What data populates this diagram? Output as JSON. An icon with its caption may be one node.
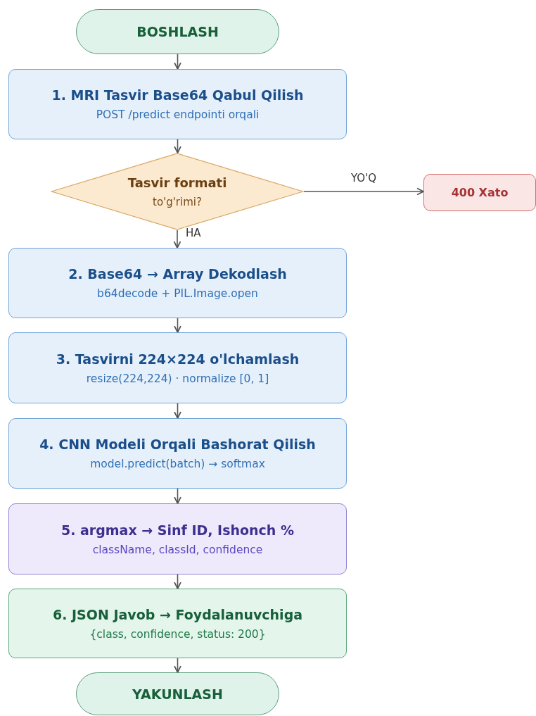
{
  "diagram": {
    "nodes": [
      {
        "text": [
          "BOSHLASH"
        ]
      },
      {
        "text": [
          "1. MRI Tasvir Base64 Qabul Qilish",
          "POST /predict endpointi orqali"
        ]
      },
      {
        "text": [
          "Tasvir formati",
          "to'g'rimi?"
        ]
      },
      {
        "text": [
          "400 Xato"
        ]
      },
      {
        "text": [
          "2. Base64 → Array Dekodlash",
          "b64decode + PIL.Image.open"
        ]
      },
      {
        "text": [
          "3. Tasvirni 224×224 o'lchamlash",
          "resize(224,224) · normalize [0, 1]"
        ]
      },
      {
        "text": [
          "4. CNN Modeli Orqali Bashorat Qilish",
          "model.predict(batch) → softmax"
        ]
      },
      {
        "text": [
          "5. argmax → Sinf ID, Ishonch %",
          "className, classId, confidence"
        ]
      },
      {
        "text": [
          "6. JSON Javob → Foydalanuvchiga",
          "{class, confidence, status: 200}"
        ]
      },
      {
        "text": [
          "YAKUNLASH"
        ]
      }
    ],
    "edges": [
      {
        "from": 0,
        "to": 1,
        "arrow": "to"
      },
      {
        "from": 1,
        "to": 2,
        "arrow": "to"
      },
      {
        "from": 2,
        "to": 3,
        "arrow": "to",
        "label": "YO'Q"
      },
      {
        "from": 2,
        "to": 4,
        "arrow": "to",
        "label": "HA"
      },
      {
        "from": 4,
        "to": 5,
        "arrow": "to"
      },
      {
        "from": 5,
        "to": 6,
        "arrow": "to"
      },
      {
        "from": 6,
        "to": 7,
        "arrow": "to"
      },
      {
        "from": 7,
        "to": 8,
        "arrow": "to"
      },
      {
        "from": 8,
        "to": 9,
        "arrow": "to"
      }
    ]
  }
}
